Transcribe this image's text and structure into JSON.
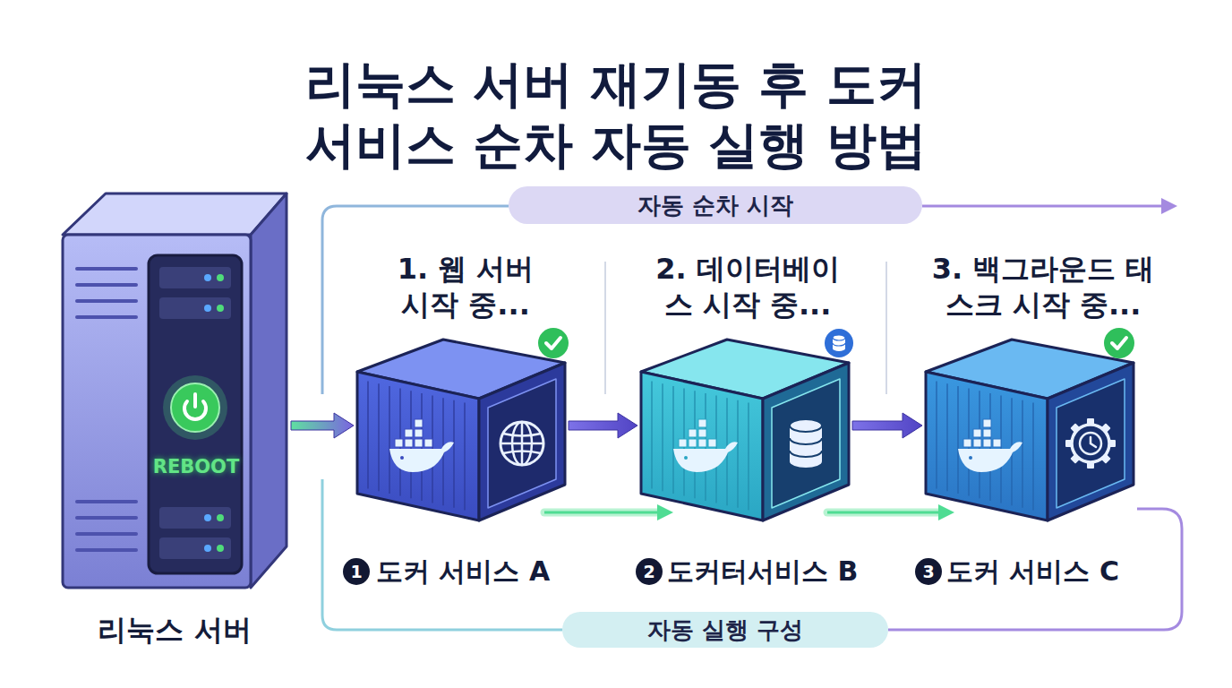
{
  "diagram": {
    "title": "리눅스 서버 재기동 후 도커 서비스 순차 자동 실행 방법",
    "nodes": [
      {
        "text": [
          "자동 순차 시작"
        ]
      },
      {
        "text": [
          "REBOOT",
          "리눅스 서버"
        ]
      },
      {
        "text": [
          "1. 웹 서버 시작 중...",
          "도커 서비스 A"
        ]
      },
      {
        "text": [
          "2. 데이터베이스 시작 중...",
          "도커터서비스 B"
        ]
      },
      {
        "text": [
          "3. 백그라운드 태스크 시작 중...",
          "도커 서비스 C"
        ]
      },
      {
        "text": [
          "자동 실행 구성"
        ]
      }
    ],
    "edges": [
      {
        "from": 1,
        "to": 2,
        "arrow": "to"
      },
      {
        "from": 2,
        "to": 3,
        "arrow": "to"
      },
      {
        "from": 3,
        "to": 4,
        "arrow": "to"
      }
    ],
    "labels": [
      "1",
      "2",
      "3"
    ]
  }
}
